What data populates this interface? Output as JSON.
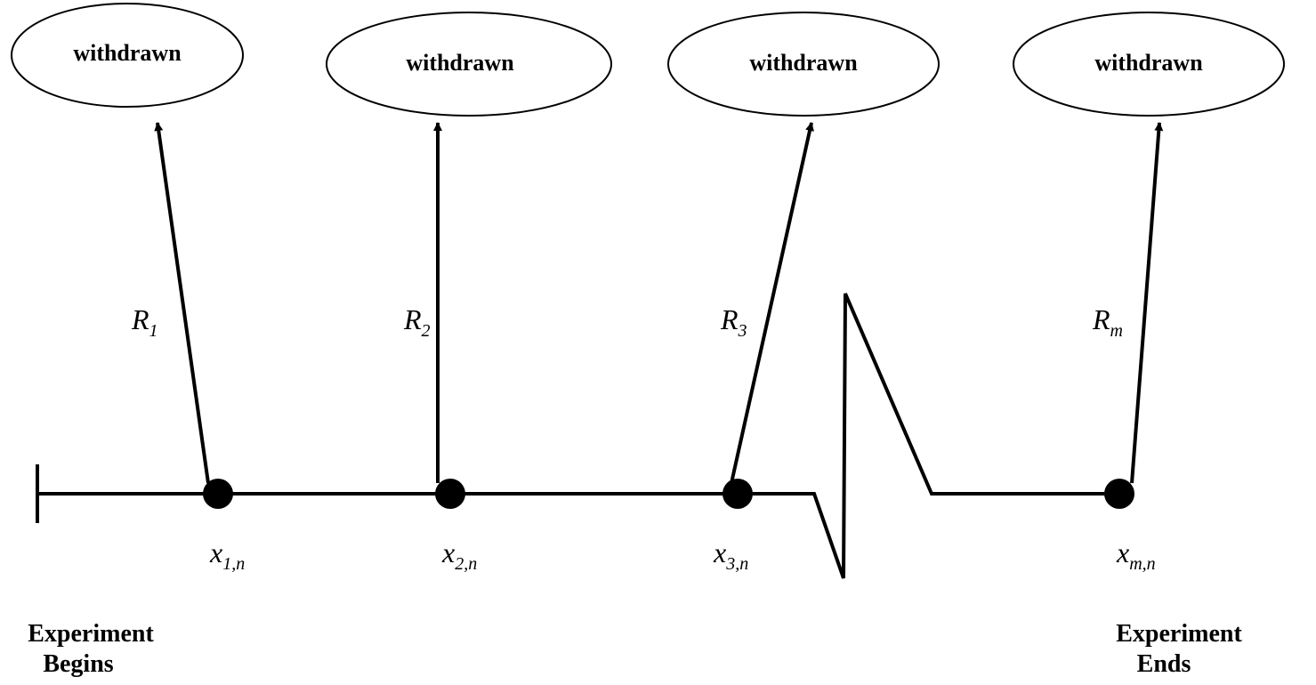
{
  "removal_stages": [
    {
      "ellipse_text": "withdrawn",
      "r_main": "R",
      "r_sub": "1",
      "x_main": "x",
      "x_sub": "1,n"
    },
    {
      "ellipse_text": "withdrawn",
      "r_main": "R",
      "r_sub": "2",
      "x_main": "x",
      "x_sub": "2,n"
    },
    {
      "ellipse_text": "withdrawn",
      "r_main": "R",
      "r_sub": "3",
      "x_main": "x",
      "x_sub": "3,n"
    },
    {
      "ellipse_text": "withdrawn",
      "r_main": "R",
      "r_sub": "m",
      "x_main": "x",
      "x_sub": "m,n"
    }
  ],
  "start_label": {
    "line1": "Experiment",
    "line2": "Begins"
  },
  "end_label": {
    "line1": "Experiment",
    "line2": "Ends"
  },
  "colors": {
    "stroke": "#000000",
    "fill": "#ffffff"
  }
}
